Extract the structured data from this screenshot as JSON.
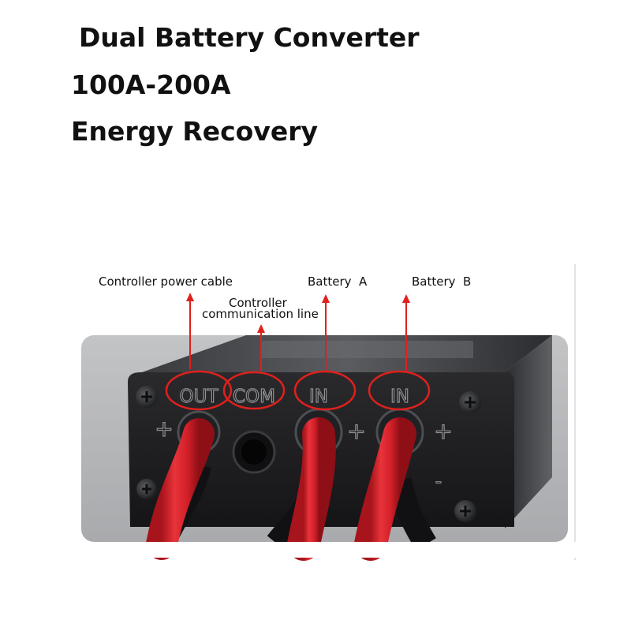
{
  "headline": {
    "title": "Dual Battery Converter",
    "current_range": "100A-200A",
    "feature": "Energy Recovery"
  },
  "callouts": {
    "controller_power_cable": "Controller power cable",
    "controller_comm_line_1": "Controller",
    "controller_comm_line_2": "communication line",
    "battery_a": "Battery  A",
    "battery_b": "Battery  B"
  },
  "device_markings": {
    "out": "OUT",
    "com": "COM",
    "in_a": "IN",
    "in_b": "IN",
    "plus": "+",
    "minus": "-"
  },
  "colors": {
    "callout": "#e0201c",
    "cable": "#d8202a",
    "housing": "#1b1b1d"
  }
}
